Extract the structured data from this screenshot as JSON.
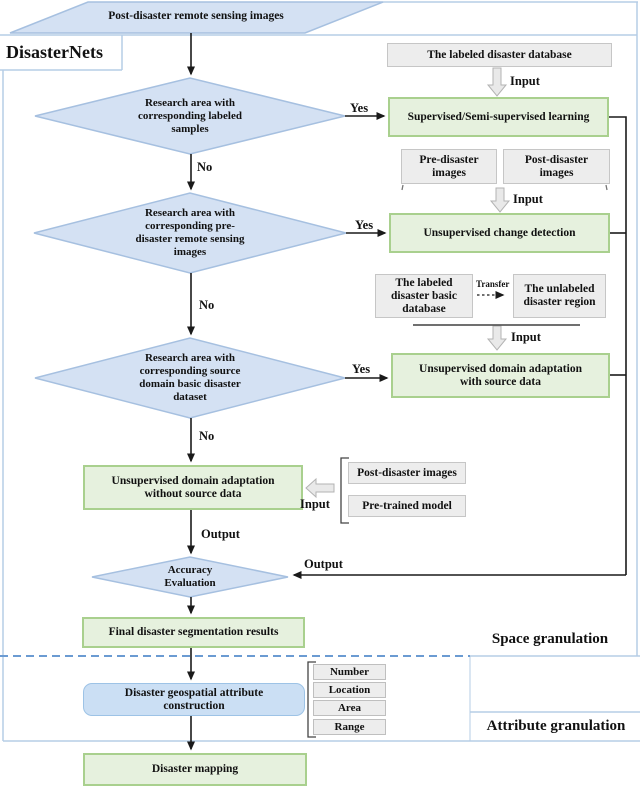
{
  "title": "DisasterNets",
  "colors": {
    "diamond_fill": "#d4e1f3",
    "diamond_border": "#a6c0e0",
    "green_fill": "#e6f1de",
    "green_border": "#a9d08e",
    "gray_fill": "#ededed",
    "blue_box_fill": "#cbdff4",
    "frame_blue": "#b5cde6",
    "dashed_divider_blue": "#6b9bd2",
    "flow_line_black": "#1a1a1a"
  },
  "start_node": {
    "label": "Post-disaster remote sensing images"
  },
  "decisions": [
    {
      "label": "Research area with\ncorresponding labeled\nsamples"
    },
    {
      "label": "Research area with\ncorresponding pre-\ndisaster remote sensing\nimages"
    },
    {
      "label": "Research area with\ncorresponding source\ndomain basic disaster\ndataset"
    },
    {
      "label": "Accuracy\nEvaluation"
    }
  ],
  "processes": {
    "supervised": "Supervised/Semi-supervised learning",
    "change_detection": "Unsupervised change detection",
    "uda_with_source": "Unsupervised domain adaptation\nwith source data",
    "uda_without_source": "Unsupervised domain adaptation\nwithout source data",
    "final_results": "Final disaster segmentation results",
    "attribute_construction": "Disaster geospatial attribute\nconstruction",
    "disaster_mapping": "Disaster mapping"
  },
  "data_nodes": {
    "labeled_database": "The labeled disaster database",
    "pre_disaster_images": "Pre-disaster\nimages",
    "post_disaster_images": "Post-disaster\nimages",
    "labeled_basic_database": "The labeled\ndisaster basic\ndatabase",
    "unlabeled_region": "The unlabeled\ndisaster region",
    "post_disaster_images_2": "Post-disaster images",
    "pretrained_model": "Pre-trained model"
  },
  "attributes": [
    "Number",
    "Location",
    "Area",
    "Range"
  ],
  "edge_labels": {
    "yes": "Yes",
    "no": "No",
    "input": "Input",
    "output": "Output",
    "transfer": "Transfer"
  },
  "regions": {
    "space": "Space granulation",
    "attribute": "Attribute granulation"
  }
}
